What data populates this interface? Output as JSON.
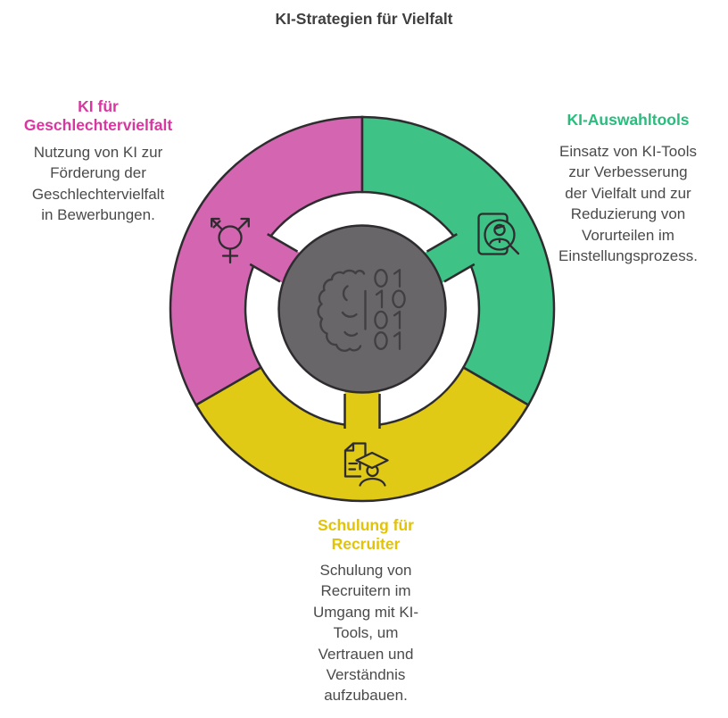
{
  "title": "KI-Strategien für Vielfalt",
  "colors": {
    "outline": "#2e2c2f",
    "center_circle_fill": "#696669",
    "center_icon_stroke": "#413f41",
    "title_text": "#3f3f3f",
    "body_text": "#4a4a4a"
  },
  "segments": [
    {
      "id": "gender-diversity",
      "heading": "KI für\nGeschlechtervielfalt",
      "body": "Nutzung von KI zur\nFörderung der\nGeschlechtervielfalt\nin Bewerbungen.",
      "color": "#d365b1",
      "heading_color": "#d8379f",
      "icon": "transgender-icon"
    },
    {
      "id": "ai-selection-tools",
      "heading": "KI-Auswahltools",
      "body": "Einsatz von KI-Tools\nzur Verbesserung\nder Vielfalt und zur\nReduzierung von\nVorurteilen im\nEinstellungsprozess.",
      "color": "#3ec285",
      "heading_color": "#2bbc7d",
      "icon": "candidate-search-icon"
    },
    {
      "id": "recruiter-training",
      "heading": "Schulung für\nRecruiter",
      "body": "Schulung von\nRecruitern im\nUmgang mit KI-\nTools, um\nVertrauen und\nVerständnis\naufzubauen.",
      "color": "#e0ca16",
      "heading_color": "#e2c306",
      "icon": "training-icon"
    }
  ],
  "center": {
    "icon": "ai-brain-icon",
    "binary_rows": [
      "01",
      "10",
      "01",
      "01"
    ]
  }
}
